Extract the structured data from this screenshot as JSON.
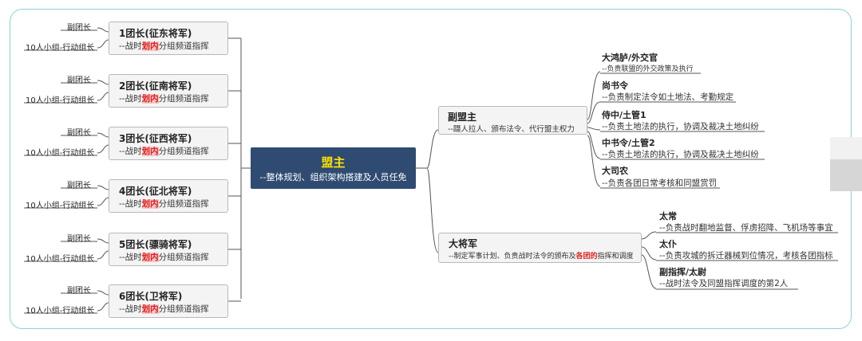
{
  "center": {
    "title": "盟主",
    "desc": "--整体规划、组织架构搭建及人员任免"
  },
  "regiments": [
    {
      "title": "1团长(征东将军)",
      "desc_pre": "--战时",
      "desc_mark": "划内",
      "desc_post": "分组频道指挥",
      "vice": "副团长",
      "group": "10人小组-行动组长"
    },
    {
      "title": "2团长(征南将军)",
      "desc_pre": "--战时",
      "desc_mark": "划内",
      "desc_post": "分组频道指挥",
      "vice": "副团长",
      "group": "10人小组-行动组长"
    },
    {
      "title": "3团长(征西将军)",
      "desc_pre": "--战时",
      "desc_mark": "划内",
      "desc_post": "分组频道指挥",
      "vice": "副团长",
      "group": "10人小组-行动组长"
    },
    {
      "title": "4团长(征北将军)",
      "desc_pre": "--战时",
      "desc_mark": "划内",
      "desc_post": "分组频道指挥",
      "vice": "副团长",
      "group": "10人小组-行动组长"
    },
    {
      "title": "5团长(骠骑将军)",
      "desc_pre": "--战时",
      "desc_mark": "划内",
      "desc_post": "分组频道指挥",
      "vice": "副团长",
      "group": "10人小组-行动组长"
    },
    {
      "title": "6团长(卫将军)",
      "desc_pre": "--战时",
      "desc_mark": "划内",
      "desc_post": "分组频道指挥",
      "vice": "副团长",
      "group": "10人小组-行动组长"
    }
  ],
  "vice_leader": {
    "title": "副盟主",
    "desc": "--蹑人拉人、颁布法令、代行盟主权力"
  },
  "vice_children": [
    {
      "title": "大鸿胪/外交官",
      "desc": "--负责联盟的外交政策及执行"
    },
    {
      "title": "尚书令",
      "desc": "--负责制定法令如土地法、考勤规定"
    },
    {
      "title": "侍中/土管1",
      "desc": "--负责土地法的执行，协调及裁决土地纠纷"
    },
    {
      "title": "中书令/土管2",
      "desc": "--负责土地法的执行，协调及裁决土地纠纷"
    },
    {
      "title": "大司农",
      "desc": "--负责各团日常考核和同盟赏罚"
    }
  ],
  "general": {
    "title": "大将军",
    "desc_pre": "--制定军事计划、负责战时法令的颁布及",
    "desc_red": "各团的",
    "desc_post": "指挥和调度"
  },
  "general_children": [
    {
      "title": "太常",
      "desc": "--负责战时翻地监督、俘虏招降、飞机场等事宜"
    },
    {
      "title": "太仆",
      "desc": "--负责攻城的拆迁器械到位情况，考核各团指标"
    },
    {
      "title": "副指挥/太尉",
      "desc": "--战时法令及同盟指挥调度的第2人"
    }
  ]
}
